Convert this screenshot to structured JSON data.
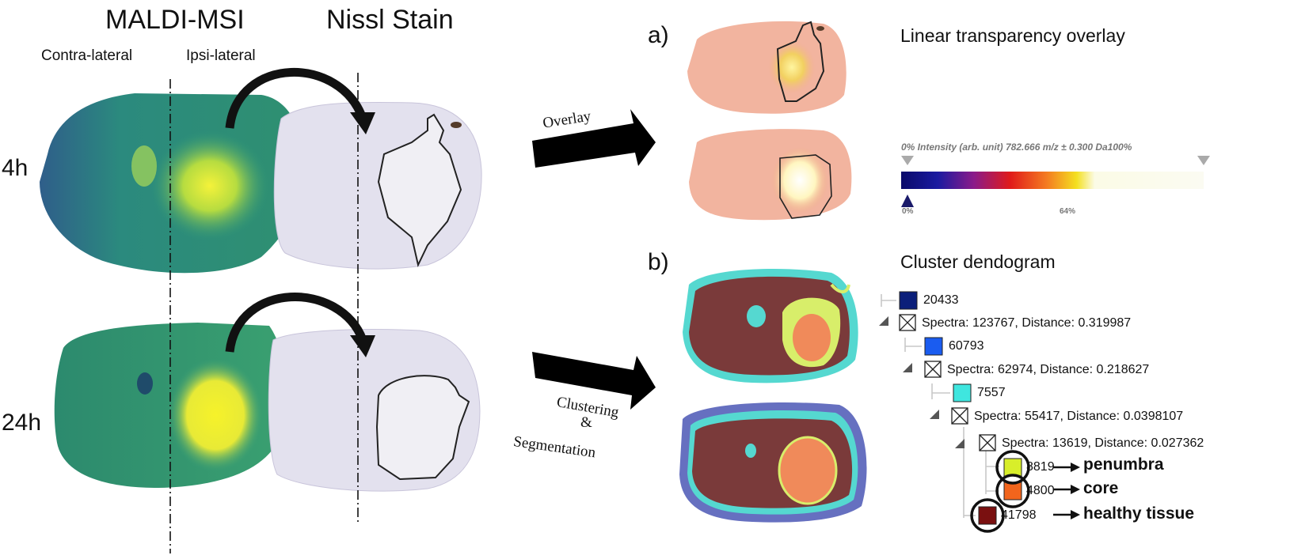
{
  "headers": {
    "maldi": "MALDI-MSI",
    "nissl": "Nissl Stain",
    "contra": "Contra-lateral",
    "ipsi": "Ipsi-lateral"
  },
  "timepoints": [
    "4h",
    "24h"
  ],
  "arrows": {
    "overlay": "Overlay",
    "clustering_line1": "Clustering",
    "clustering_line2": "&",
    "clustering_line3": "Segmentation"
  },
  "panel_a": {
    "letter": "a)",
    "heading": "Linear transparency overlay",
    "scale_caption": "0%  Intensity (arb. unit) 782.666 m/z ± 0.300  Da100%",
    "tick_left": "0%",
    "tick_mid": "64%"
  },
  "panel_b": {
    "letter": "b)",
    "heading": "Cluster dendogram",
    "nodes": [
      {
        "label": "20433",
        "color": "#0b1f7a"
      },
      {
        "label": "Spectra: 123767, Distance: 0.319987"
      },
      {
        "label": "60793",
        "color": "#1a5cf0"
      },
      {
        "label": "Spectra: 62974, Distance: 0.218627"
      },
      {
        "label": "7557",
        "color": "#3fe6df"
      },
      {
        "label": "Spectra: 55417, Distance: 0.0398107"
      },
      {
        "label": "Spectra: 13619, Distance: 0.027362"
      },
      {
        "label": "8819",
        "color": "#d8ee2a"
      },
      {
        "label": "4800",
        "color": "#f2651c"
      },
      {
        "label": "41798",
        "color": "#7a1010"
      }
    ],
    "results": {
      "penumbra": "penumbra",
      "core": "core",
      "healthy": "healthy tissue"
    }
  },
  "colors": {
    "msi_dark": "#2a4f8a",
    "msi_mid": "#2f9a7a",
    "msi_hot": "#f2f23a",
    "nissl": "#e7e5f0",
    "cluster_healthy": "#7a3a3a",
    "cluster_core": "#f08a5a",
    "cluster_penumbra": "#d8ee6a",
    "cluster_edge": "#55d8d0",
    "cluster_outer": "#6670c0"
  }
}
